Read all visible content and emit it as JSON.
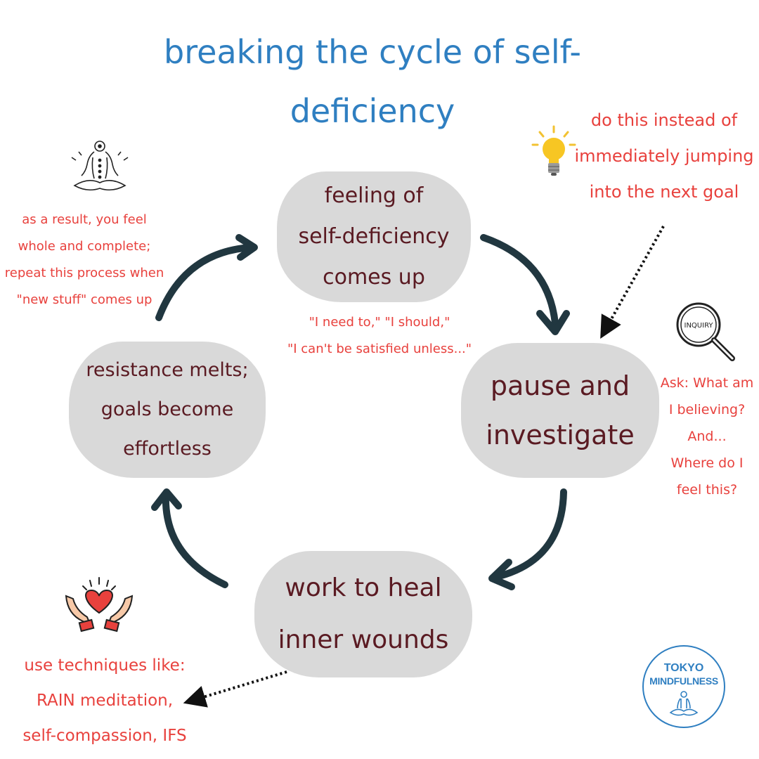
{
  "title": {
    "line1": "breaking the cycle of self-",
    "line2": "deficiency"
  },
  "nodes": {
    "feeling": [
      "feeling of",
      "self-deficiency",
      "comes up"
    ],
    "pause": [
      "pause and",
      "investigate"
    ],
    "heal": [
      "work to heal",
      "inner wounds"
    ],
    "resistance": [
      "resistance melts;",
      "goals become",
      "effortless"
    ]
  },
  "notes": {
    "quote": [
      "\"I need to,\" \"I should,\"",
      "\"I can't be satisfied unless...\""
    ],
    "instead": [
      "do this instead of",
      "immediately jumping",
      "into the next goal"
    ],
    "result": [
      "as a result, you feel",
      "whole and complete;",
      "repeat this process when",
      "\"new stuff\" comes up"
    ],
    "ask": [
      "Ask: What am",
      "I believing?",
      "And...",
      "Where do I",
      "feel this?"
    ],
    "techniques": [
      "use techniques like:",
      "RAIN meditation,",
      "self-compassion, IFS"
    ]
  },
  "inquiry_label": "INQUIRY",
  "logo": {
    "line1": "TOKYO",
    "line2": "MINDFULNESS"
  },
  "colors": {
    "title": "#2f7fc1",
    "note": "#e8413d",
    "node_text": "#5a1a22",
    "arrow": "#213740",
    "blob": "#d9d9d9",
    "logo": "#2f7fc1"
  }
}
